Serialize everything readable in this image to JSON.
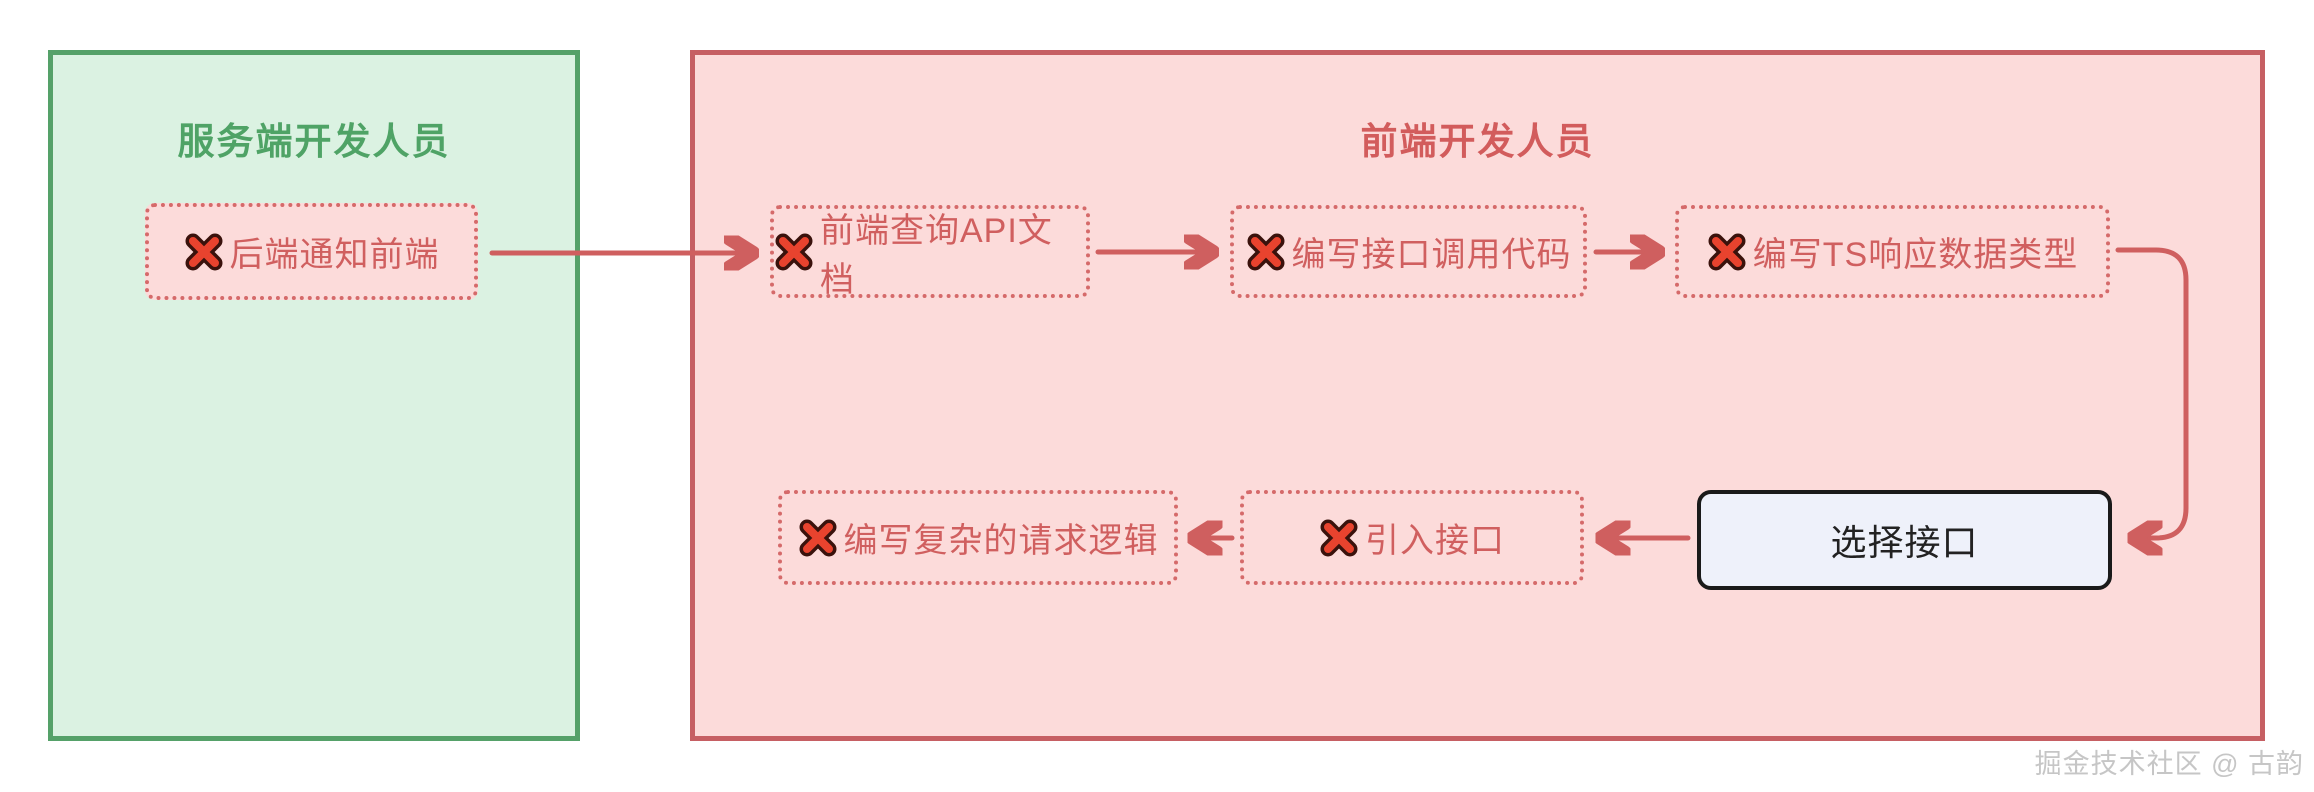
{
  "lanes": {
    "server": {
      "title": "服务端开发人员"
    },
    "frontend": {
      "title": "前端开发人员"
    }
  },
  "nodes": {
    "backend_notify": {
      "label": "后端通知前端",
      "icon": "cross-mark"
    },
    "query_api_doc": {
      "label": "前端查询API文档",
      "icon": "cross-mark"
    },
    "write_call_code": {
      "label": "编写接口调用代码",
      "icon": "cross-mark"
    },
    "write_ts_types": {
      "label": "编写TS响应数据类型",
      "icon": "cross-mark"
    },
    "select_api": {
      "label": "选择接口"
    },
    "import_api": {
      "label": "引入接口",
      "icon": "cross-mark"
    },
    "write_complex_logic": {
      "label": "编写复杂的请求逻辑",
      "icon": "cross-mark"
    }
  },
  "edges": [
    {
      "from": "backend_notify",
      "to": "query_api_doc"
    },
    {
      "from": "query_api_doc",
      "to": "write_call_code"
    },
    {
      "from": "write_call_code",
      "to": "write_ts_types"
    },
    {
      "from": "write_ts_types",
      "to": "select_api"
    },
    {
      "from": "select_api",
      "to": "import_api"
    },
    {
      "from": "import_api",
      "to": "write_complex_logic"
    }
  ],
  "colors": {
    "lane_server_fill": "#dbf2e2",
    "lane_server_border": "#55a169",
    "lane_server_title": "#4fa366",
    "lane_frontend_fill": "#fcdbda",
    "lane_frontend_border": "#c65f63",
    "node_text_red": "#d05f5f",
    "node_dotted_border": "#d56a6a",
    "arrow": "#cf5f5f",
    "select_node_fill": "#eef1fa",
    "select_node_border": "#1a1a1a",
    "cross_mark_red": "#e8432e",
    "cross_mark_outline": "#3a120c"
  },
  "watermark": {
    "text": "掘金技术社区 @ 古韵"
  }
}
